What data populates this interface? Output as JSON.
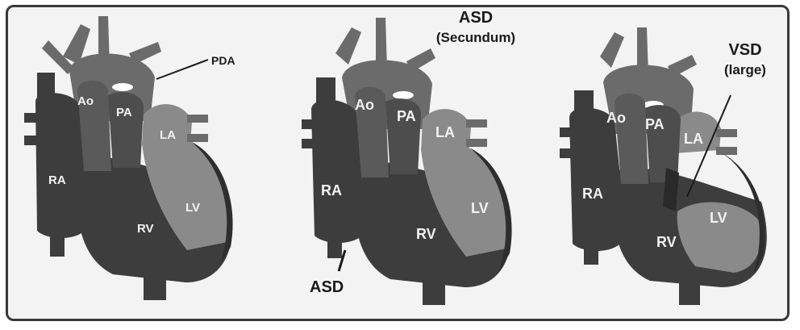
{
  "panels": [
    {
      "id": "pda",
      "labels": {
        "ao": "Ao",
        "pa": "PA",
        "la": "LA",
        "ra": "RA",
        "rv": "RV",
        "lv": "LV"
      },
      "callout": "PDA"
    },
    {
      "id": "asd",
      "title_line1": "ASD",
      "title_line2": "(Secundum)",
      "labels": {
        "ao": "Ao",
        "pa": "PA",
        "la": "LA",
        "ra": "RA",
        "rv": "RV",
        "lv": "LV"
      },
      "callout": "ASD"
    },
    {
      "id": "vsd",
      "labels": {
        "ao": "Ao",
        "pa": "PA",
        "la": "LA",
        "ra": "RA",
        "rv": "RV",
        "lv": "LV"
      },
      "callout_line1": "VSD",
      "callout_line2": "(large)"
    }
  ],
  "colors": {
    "frame_background": "#f3f3f3",
    "dark_chamber": "#3d3d3d",
    "mid_vessel": "#6b6b6b",
    "light_chamber": "#8a8a8a",
    "label_text": "#f2f2f2"
  }
}
